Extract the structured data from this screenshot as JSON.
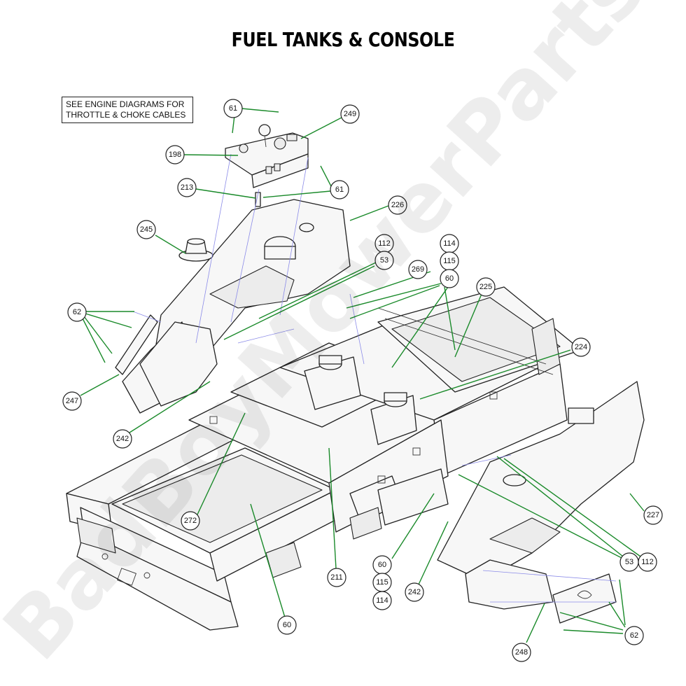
{
  "title": "FUEL TANKS & CONSOLE",
  "note": {
    "line1": "SEE ENGINE DIAGRAMS FOR",
    "line2": "THROTTLE & CHOKE CABLES"
  },
  "watermark": "BadBoyMowerParts.com",
  "colors": {
    "leader": "#1a8a2a",
    "guide": "#8b8be8",
    "outline": "#222222"
  },
  "callouts": {
    "c61a": "61",
    "c249": "249",
    "c198": "198",
    "c213": "213",
    "c61b": "61",
    "c226": "226",
    "c245": "245",
    "c112a": "112",
    "c114a": "114",
    "c115a": "115",
    "c53a": "53",
    "c269": "269",
    "c60a": "60",
    "c225": "225",
    "c62a": "62",
    "c224": "224",
    "c247": "247",
    "c242a": "242",
    "c227": "227",
    "c272": "272",
    "c53b": "53",
    "c112b": "112",
    "c60b": "60",
    "c115b": "115",
    "c114b": "114",
    "c242b": "242",
    "c211": "211",
    "c60c": "60",
    "c62b": "62",
    "c248": "248"
  }
}
